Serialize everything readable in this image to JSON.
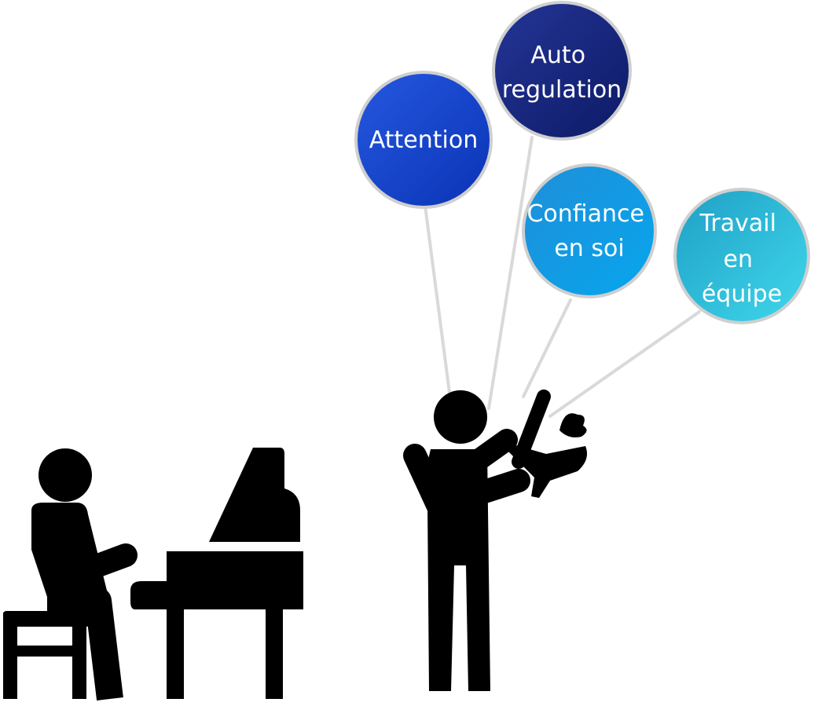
{
  "balloons": [
    {
      "id": "attention",
      "lines": [
        "Attention"
      ]
    },
    {
      "id": "autoregulation",
      "lines": [
        "Auto",
        "regulation"
      ]
    },
    {
      "id": "confiance",
      "lines": [
        "Confiance",
        "en soi"
      ]
    },
    {
      "id": "travail",
      "lines": [
        "Travail",
        "en",
        "équipe"
      ]
    }
  ],
  "colors": {
    "attention": [
      "#1a4fd6",
      "#0b35b8"
    ],
    "autoregulation": [
      "#1d2d8e",
      "#0f1c6b"
    ],
    "confiance": [
      "#1aa0e6",
      "#0a86d0"
    ],
    "travail": [
      "#27b6d6",
      "#3ad0e8"
    ],
    "silhouette": "#000000",
    "string": "#d6d6d6"
  },
  "icons": [
    "pianist-icon",
    "grand-piano-icon",
    "violinist-icon",
    "violin-icon",
    "balloon-icon"
  ]
}
